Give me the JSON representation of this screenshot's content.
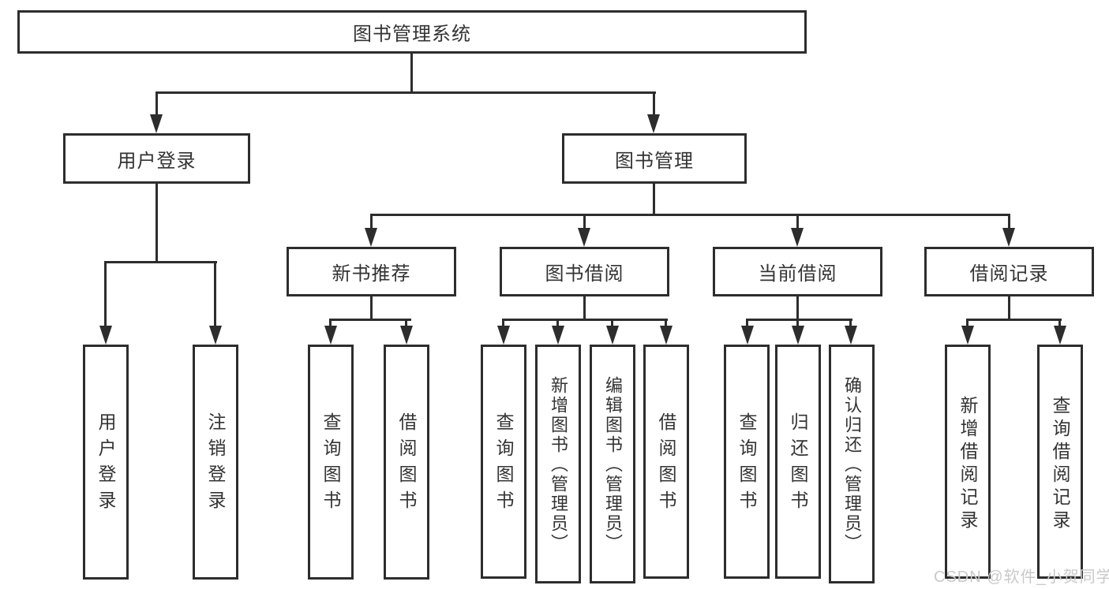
{
  "diagram": {
    "root": "图书管理系统",
    "branches": [
      {
        "label": "用户登录",
        "leaves": [
          "用户登录",
          "注销登录"
        ]
      },
      {
        "label": "图书管理",
        "children": [
          {
            "label": "新书推荐",
            "leaves": [
              "查询图书",
              "借阅图书"
            ]
          },
          {
            "label": "图书借阅",
            "leaves": [
              "查询图书",
              "新增图书（管理员）",
              "编辑图书（管理员）",
              "借阅图书"
            ]
          },
          {
            "label": "当前借阅",
            "leaves": [
              "查询图书",
              "归还图书",
              "确认归还（管理员）"
            ]
          },
          {
            "label": "借阅记录",
            "leaves": [
              "新增借阅记录",
              "查询借阅记录"
            ]
          }
        ]
      }
    ]
  },
  "watermark": {
    "text": "CSDN @软件_小贺同学"
  },
  "colors": {
    "line": "#2d2d2d",
    "text": "#333333",
    "watermark": "#c9c9c9",
    "background": "#ffffff"
  }
}
